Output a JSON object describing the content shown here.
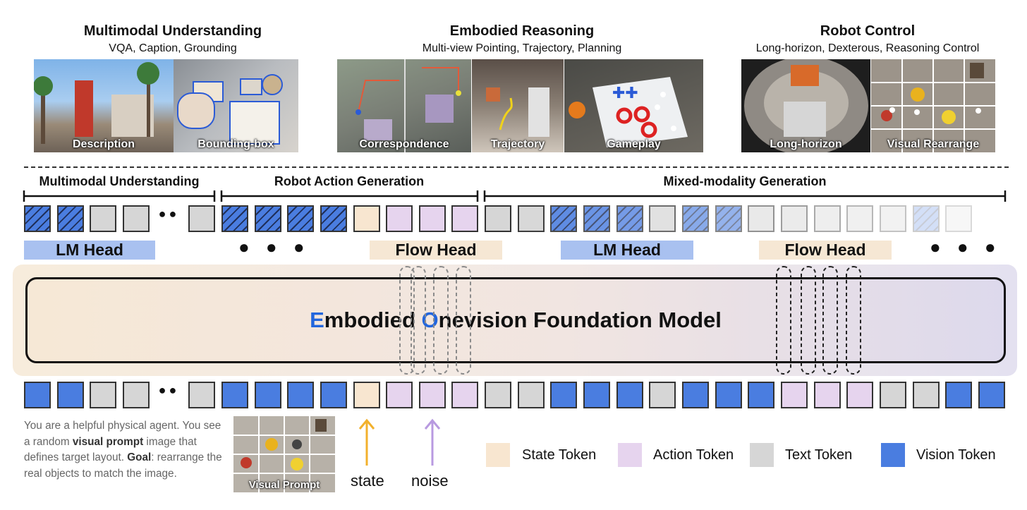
{
  "sections": [
    {
      "title": "Multimodal Understanding",
      "subtitle": "VQA, Caption, Grounding",
      "images": [
        {
          "caption": "Description"
        },
        {
          "caption": "Bounding-box"
        }
      ]
    },
    {
      "title": "Embodied Reasoning",
      "subtitle": "Multi-view Pointing, Trajectory, Planning",
      "images": [
        {
          "caption": "Correspondence"
        },
        {
          "caption": "Trajectory"
        },
        {
          "caption": "Gameplay"
        }
      ]
    },
    {
      "title": "Robot Control",
      "subtitle": "Long-horizon, Dexterous, Reasoning Control",
      "images": [
        {
          "caption": "Long-horizon"
        },
        {
          "caption": "Visual Rearrange"
        }
      ]
    }
  ],
  "phases": [
    "Multimodal Understanding",
    "Robot Action Generation",
    "Mixed-modality Generation"
  ],
  "heads": {
    "lm_head_1": "LM Head",
    "flow_head_1": "Flow Head",
    "lm_head_2": "LM Head",
    "flow_head_2": "Flow Head"
  },
  "model": {
    "title_e": "E",
    "title_mid": "mbodied ",
    "title_o": "O",
    "title_rest": "nevision Foundation Model"
  },
  "prompt": {
    "line1": "You are a helpful physical agent. You see a random ",
    "bold1": "visual prompt",
    "line2": " image that defines target layout. ",
    "bold2": "Goal",
    "line3": ": rearrange the real objects to match the image.",
    "image_caption": "Visual Prompt"
  },
  "arrows": {
    "state": "state",
    "noise": "noise"
  },
  "legend": [
    {
      "label": "State Token",
      "color": "#f8e6d0"
    },
    {
      "label": "Action Token",
      "color": "#e6d4ee"
    },
    {
      "label": "Text Token",
      "color": "#d6d6d6"
    },
    {
      "label": "Vision Token",
      "color": "#4a7de0"
    }
  ],
  "colors": {
    "vision": "#4a7de0",
    "text": "#d6d6d6",
    "state": "#f8e6d0",
    "action": "#e6d4ee",
    "lm_head": "#a9c1f0",
    "flow_head": "#f6e7d4",
    "state_arrow": "#f2b12c",
    "noise_arrow": "#b89ae0",
    "model_highlight": "#2266dd"
  },
  "token_rows": {
    "top": [
      "vh",
      "vh",
      "t",
      "t",
      "dots",
      "t",
      "vh",
      "vh",
      "vh",
      "vh",
      "s",
      "a",
      "a",
      "a",
      "t",
      "t",
      "vh",
      "vh",
      "vh",
      "t",
      "vh",
      "vh",
      "t",
      "t",
      "t",
      "t",
      "t",
      "vh",
      "t"
    ],
    "bottom": [
      "v",
      "v",
      "t",
      "t",
      "dots",
      "t",
      "v",
      "v",
      "v",
      "v",
      "s",
      "a",
      "a",
      "a",
      "t",
      "t",
      "v",
      "v",
      "v",
      "t",
      "v",
      "v",
      "v",
      "a",
      "a",
      "a",
      "t",
      "t",
      "v",
      "v"
    ]
  }
}
